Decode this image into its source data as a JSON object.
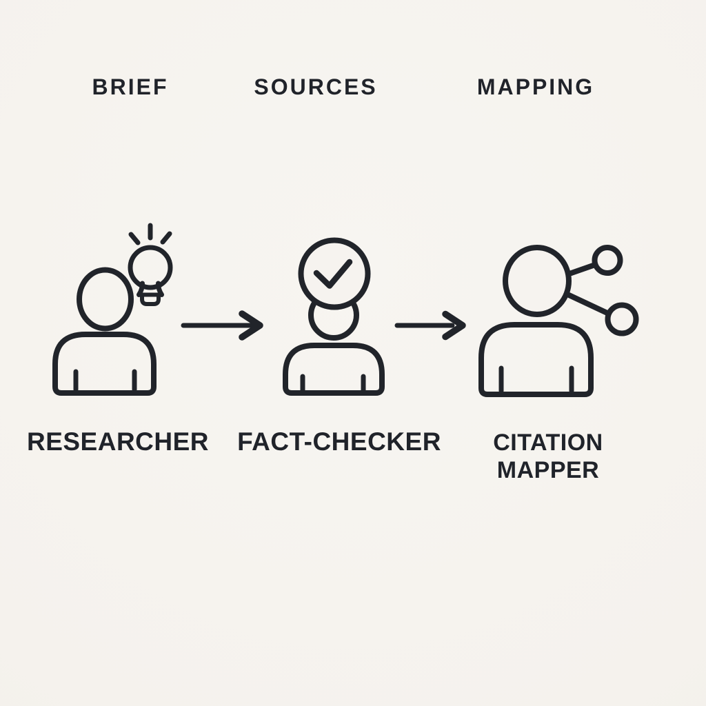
{
  "diagram_type": "workflow-flow-diagram",
  "palette": {
    "background": "#f5f2ed",
    "ink": "#20232a"
  },
  "stages": [
    {
      "label": "BRIEF"
    },
    {
      "label": "SOURCES"
    },
    {
      "label": "MAPPING"
    }
  ],
  "roles": [
    {
      "label": "RESEARCHER",
      "icon": "person-with-lightbulb-icon",
      "icon_meaning": "researcher with idea lightbulb"
    },
    {
      "label": "FACT-CHECKER",
      "icon": "person-with-check-circle-icon",
      "icon_meaning": "fact-checker with verified checkmark head"
    },
    {
      "label": "CITATION MAPPER",
      "lines": [
        "CITATION",
        "MAPPER"
      ],
      "icon": "person-with-network-nodes-icon",
      "icon_meaning": "citation mapper with linked nodes"
    }
  ],
  "connectors": [
    {
      "from": "RESEARCHER",
      "to": "FACT-CHECKER",
      "style": "right-arrow"
    },
    {
      "from": "FACT-CHECKER",
      "to": "CITATION MAPPER",
      "style": "right-arrow"
    }
  ]
}
